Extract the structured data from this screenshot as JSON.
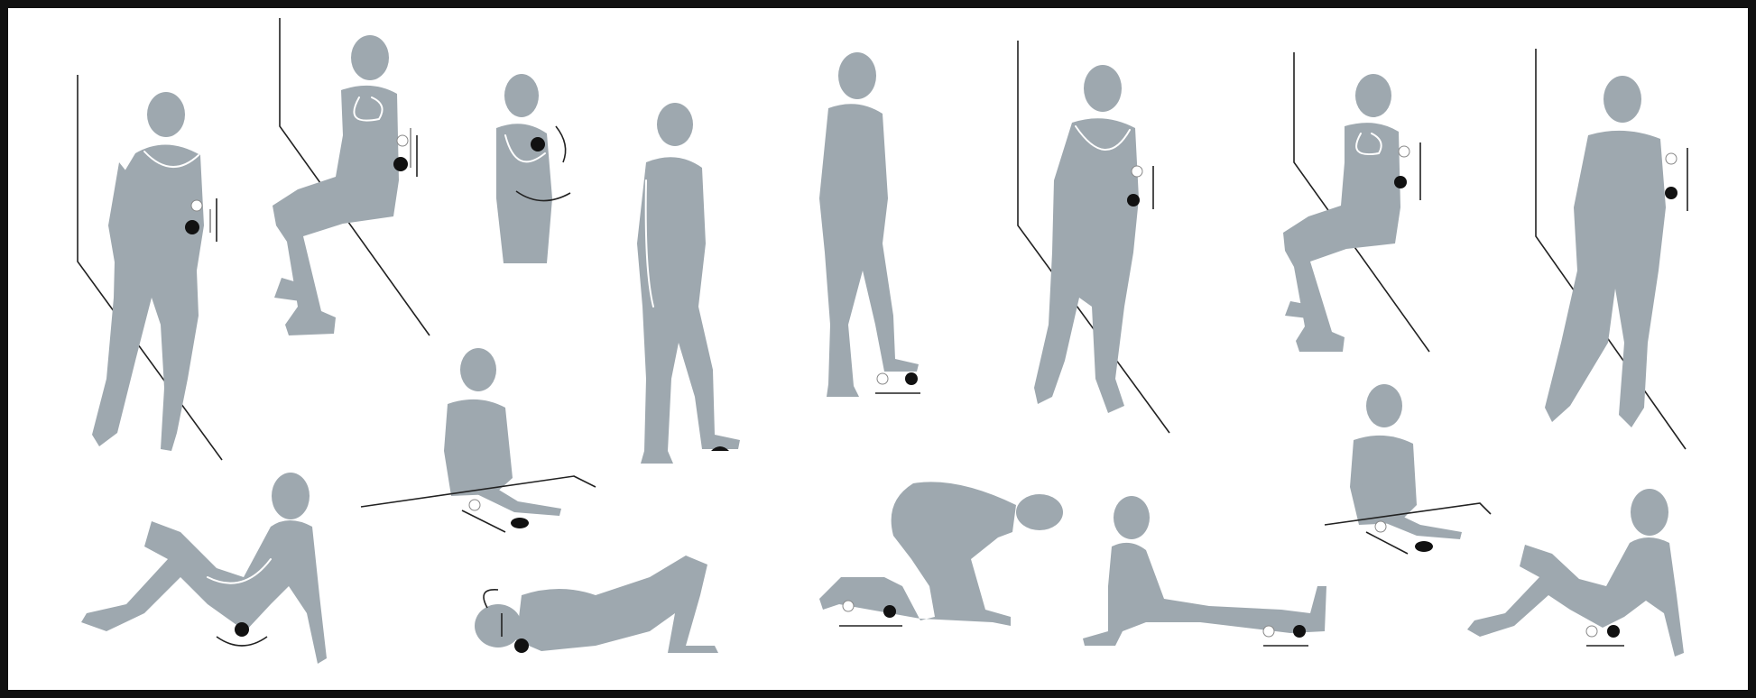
{
  "image": {
    "title": "",
    "figures": [
      {
        "id": "fig-1",
        "pose": "standing-wall-shoulder-ball"
      },
      {
        "id": "fig-2",
        "pose": "wall-sit-shoulder-ball"
      },
      {
        "id": "fig-3",
        "pose": "bust-arm-rotation"
      },
      {
        "id": "fig-4",
        "pose": "standing-foot-ball"
      },
      {
        "id": "fig-5",
        "pose": "standing-foot-roller"
      },
      {
        "id": "fig-6",
        "pose": "standing-wall-hip-ball"
      },
      {
        "id": "fig-7",
        "pose": "wall-sit-hip-ball"
      },
      {
        "id": "fig-8",
        "pose": "standing-wall-side-ball"
      },
      {
        "id": "fig-9",
        "pose": "bust-forearm-roller"
      },
      {
        "id": "fig-10",
        "pose": "seated-glute-ball"
      },
      {
        "id": "fig-11",
        "pose": "supine-head-ball"
      },
      {
        "id": "fig-12",
        "pose": "kneeling-shin-roller"
      },
      {
        "id": "fig-13",
        "pose": "seated-calf-roller"
      },
      {
        "id": "fig-14",
        "pose": "bust-forearm-roller"
      },
      {
        "id": "fig-15",
        "pose": "seated-glute-roller"
      }
    ],
    "colors": {
      "figure": "#9ea8af",
      "ball": "#111111",
      "frame": "#111111"
    }
  }
}
